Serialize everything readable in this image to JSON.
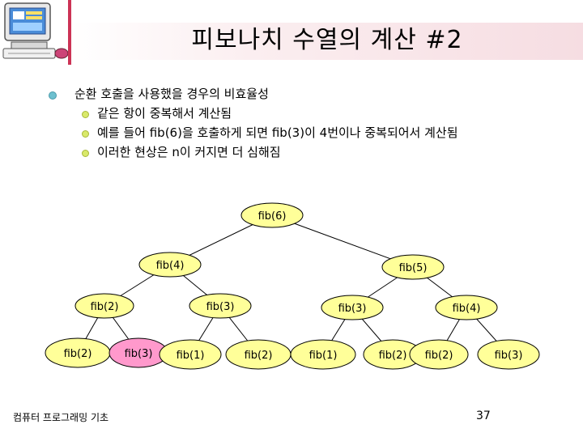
{
  "slide": {
    "title": "피보나치 수열의 계산 #2",
    "bullets": [
      {
        "text": "순환 호출을 사용했을 경우의 비효율성",
        "level": 1
      },
      {
        "text": "같은 항이 중복해서 계산됨",
        "level": 2
      },
      {
        "text": "예를 들어 fib(6)을 호출하게 되면 fib(3)이 4번이나 중복되어서 계산됨",
        "level": 2
      },
      {
        "text": "이러한 현상은 n이 커지면 더 심해짐",
        "level": 2
      }
    ],
    "footer": "컴퓨터 프로그래밍 기초",
    "page_number": "37"
  },
  "tree": {
    "nodes": [
      {
        "id": "n6",
        "label": "fib(6)",
        "highlight": false
      },
      {
        "id": "n4a",
        "label": "fib(4)",
        "highlight": false
      },
      {
        "id": "n5",
        "label": "fib(5)",
        "highlight": false
      },
      {
        "id": "n2a",
        "label": "fib(2)",
        "highlight": false
      },
      {
        "id": "n3a",
        "label": "fib(3)",
        "highlight": false
      },
      {
        "id": "n3b",
        "label": "fib(3)",
        "highlight": false
      },
      {
        "id": "n4b",
        "label": "fib(4)",
        "highlight": false
      },
      {
        "id": "n2b",
        "label": "fib(2)",
        "highlight": false
      },
      {
        "id": "n3c",
        "label": "fib(3)",
        "highlight": true
      },
      {
        "id": "n1a",
        "label": "fib(1)",
        "highlight": false
      },
      {
        "id": "n2c",
        "label": "fib(2)",
        "highlight": false
      },
      {
        "id": "n1b",
        "label": "fib(1)",
        "highlight": false
      },
      {
        "id": "n2d",
        "label": "fib(2)",
        "highlight": false
      },
      {
        "id": "n2e",
        "label": "fib(2)",
        "highlight": false
      },
      {
        "id": "n3d",
        "label": "fib(3)",
        "highlight": false
      }
    ],
    "edges": [
      [
        "n6",
        "n4a"
      ],
      [
        "n6",
        "n5"
      ],
      [
        "n4a",
        "n2a"
      ],
      [
        "n4a",
        "n3a"
      ],
      [
        "n5",
        "n3b"
      ],
      [
        "n5",
        "n4b"
      ],
      [
        "n2a",
        "n2b"
      ],
      [
        "n2a",
        "n3c"
      ],
      [
        "n3a",
        "n1a"
      ],
      [
        "n3a",
        "n2c"
      ],
      [
        "n3b",
        "n1b"
      ],
      [
        "n3b",
        "n2d"
      ],
      [
        "n4b",
        "n2e"
      ],
      [
        "n4b",
        "n3d"
      ]
    ],
    "colors": {
      "node_fill": "#ffff99",
      "highlight_fill": "#ff99cc",
      "stroke": "#000000"
    }
  }
}
